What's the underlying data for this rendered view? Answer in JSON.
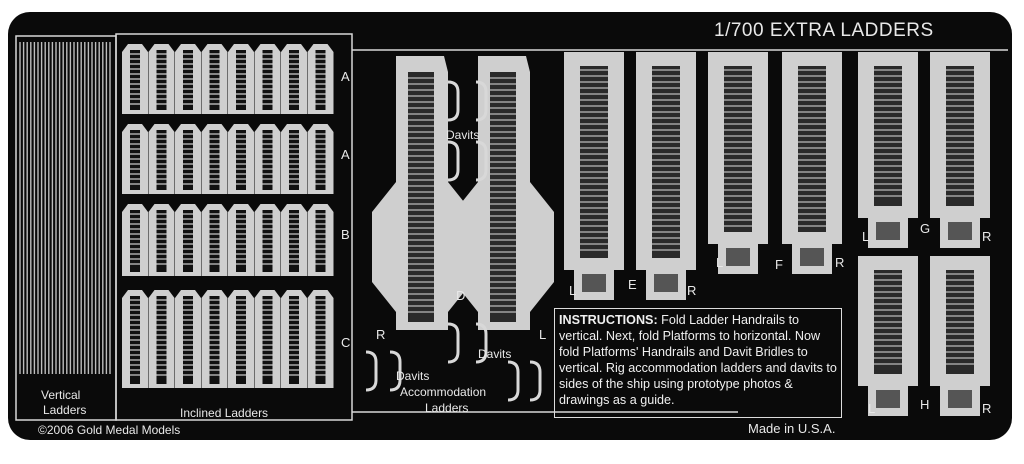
{
  "title": "1/700 EXTRA LADDERS",
  "copyright": "©2006 Gold Medal Models",
  "made_in": "Made in U.S.A.",
  "labels": {
    "vertical_ladders_1": "Vertical",
    "vertical_ladders_2": "Ladders",
    "inclined_ladders": "Inclined Ladders",
    "accommodation_ladders_1": "Accommodation",
    "accommodation_ladders_2": "Ladders",
    "davits_top": "Davits",
    "davits_mid": "Davits",
    "davits_left": "Davits"
  },
  "row_letters": [
    "A",
    "A",
    "B",
    "C"
  ],
  "part_letters": {
    "d": "D",
    "e": "E",
    "f": "F",
    "g": "G",
    "h": "H",
    "l": "L",
    "r": "R"
  },
  "instructions": {
    "heading": "INSTRUCTIONS:",
    "body": "Fold Ladder Handrails to vertical. Next, fold Platforms to horizontal. Now fold Platforms' Handrails and Davit Bridles to vertical. Rig accommodation ladders and davits to sides of the ship using prototype photos & drawings as a guide."
  },
  "colors": {
    "background": "#0a0a0a",
    "metal": "#d8d8d8",
    "text": "#e8e8e8"
  }
}
